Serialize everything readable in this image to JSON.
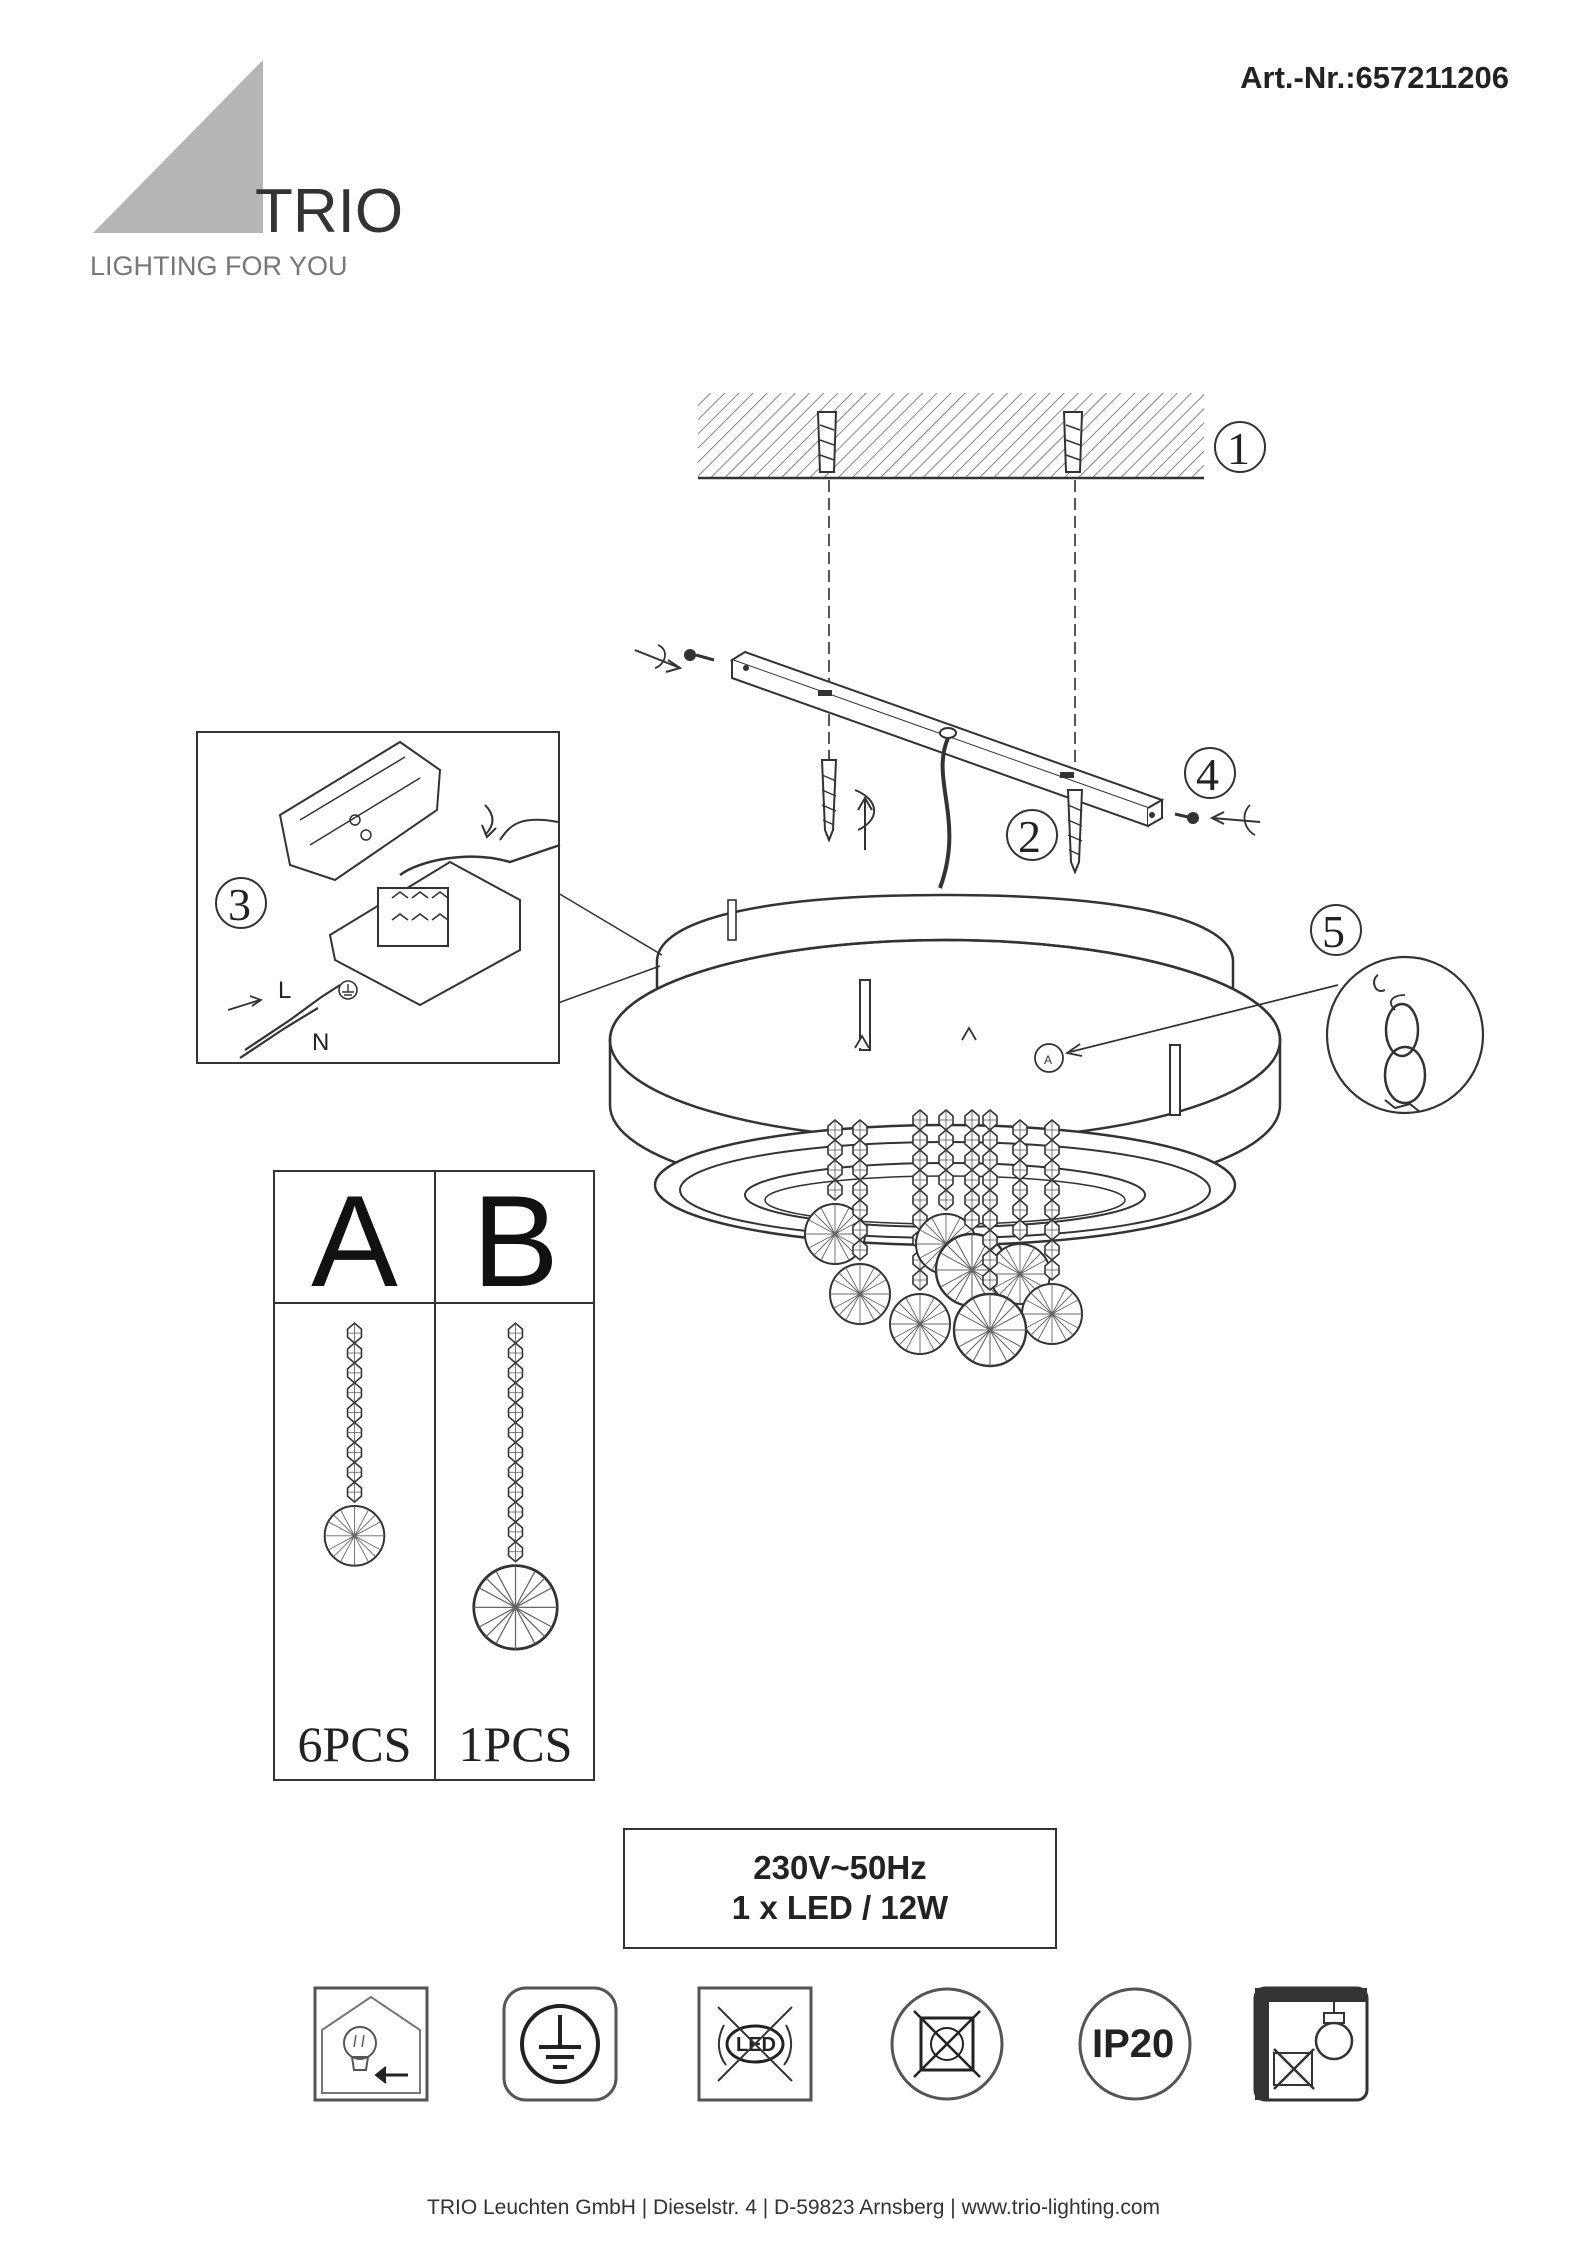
{
  "brand": {
    "name": "TRIO",
    "slogan": "LIGHTING FOR YOU"
  },
  "article_number": "Art.-Nr.:657211206",
  "steps": [
    "1",
    "2",
    "3",
    "4",
    "5"
  ],
  "wiring": {
    "live": "L",
    "neutral": "N"
  },
  "detail_marker": "A",
  "parts": [
    {
      "label": "A",
      "quantity": "6PCS"
    },
    {
      "label": "B",
      "quantity": "1PCS"
    }
  ],
  "specs": {
    "voltage": "230V~50Hz",
    "lamp": "1 x LED / 12W"
  },
  "symbols": [
    {
      "name": "bulb-replaceable-icon"
    },
    {
      "name": "protective-earth-icon"
    },
    {
      "name": "led-not-replaceable-icon"
    },
    {
      "name": "no-dimmer-icon"
    },
    {
      "name": "ip-rating",
      "text": "IP20"
    },
    {
      "name": "ceiling-mount-only-icon"
    }
  ],
  "footer": "TRIO Leuchten  GmbH  |  Dieselstr. 4  |  D-59823 Arnsberg  |  www.trio-lighting.com"
}
